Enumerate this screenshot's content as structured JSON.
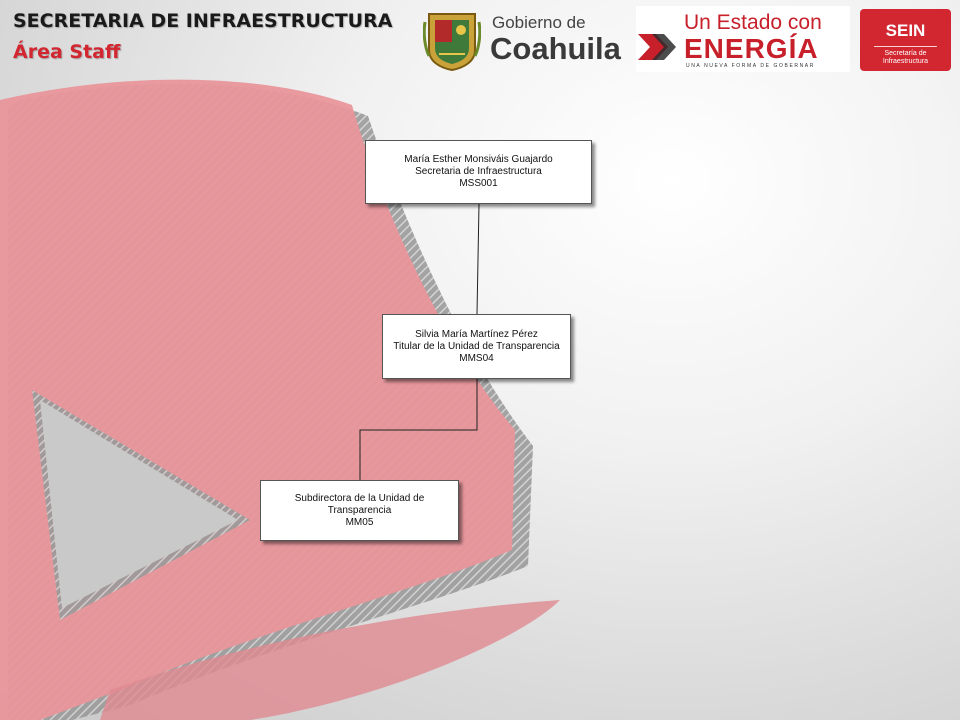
{
  "header": {
    "title": "SECRETARIA DE INFRAESTRUCTURA",
    "subtitle": "Área Staff"
  },
  "logos": {
    "coahuila": {
      "line1": "Gobierno de",
      "line2": "Coahuila"
    },
    "energia": {
      "line1": "Un Estado con",
      "line2": "ENERGÍA",
      "tagline": "UNA NUEVA FORMA DE GOBERNAR"
    },
    "sein": {
      "abbr": "SEIN",
      "line1": "Secretaría de",
      "line2": "Infraestructura"
    }
  },
  "org_chart": {
    "nodes": [
      {
        "id": "n1",
        "name": "María Esther Monsiváis Guajardo",
        "role": "Secretaria de Infraestructura",
        "code": "MSS001"
      },
      {
        "id": "n2",
        "name": "Silvia María Martínez Pérez",
        "role": "Titular de la Unidad de Transparencia",
        "code": "MMS04"
      },
      {
        "id": "n3",
        "name": "",
        "role": "Subdirectora de la Unidad de Transparencia",
        "code": "MM05"
      }
    ],
    "edges": [
      {
        "from": "n1",
        "to": "n2"
      },
      {
        "from": "n2",
        "to": "n3"
      }
    ]
  },
  "colors": {
    "brand_red": "#d22630",
    "arrow_fill": "#e8969b",
    "title_text": "#1a1a1a"
  }
}
